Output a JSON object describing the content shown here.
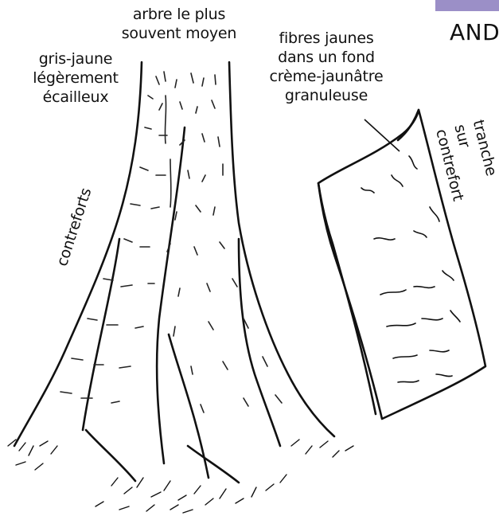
{
  "header": {
    "title": "AND",
    "accent_color": "#9b8fc7"
  },
  "labels": {
    "tree_size": [
      "arbre le plus",
      "souvent moyen"
    ],
    "bark_color": [
      "gris-jaune",
      "légèrement",
      "écailleux"
    ],
    "fibres": [
      "fibres jaunes",
      "dans un fond",
      "crème-jaunâtre",
      "granuleuse"
    ],
    "buttresses": "contreforts",
    "slice": [
      "tranche sur",
      "contrefort"
    ]
  }
}
